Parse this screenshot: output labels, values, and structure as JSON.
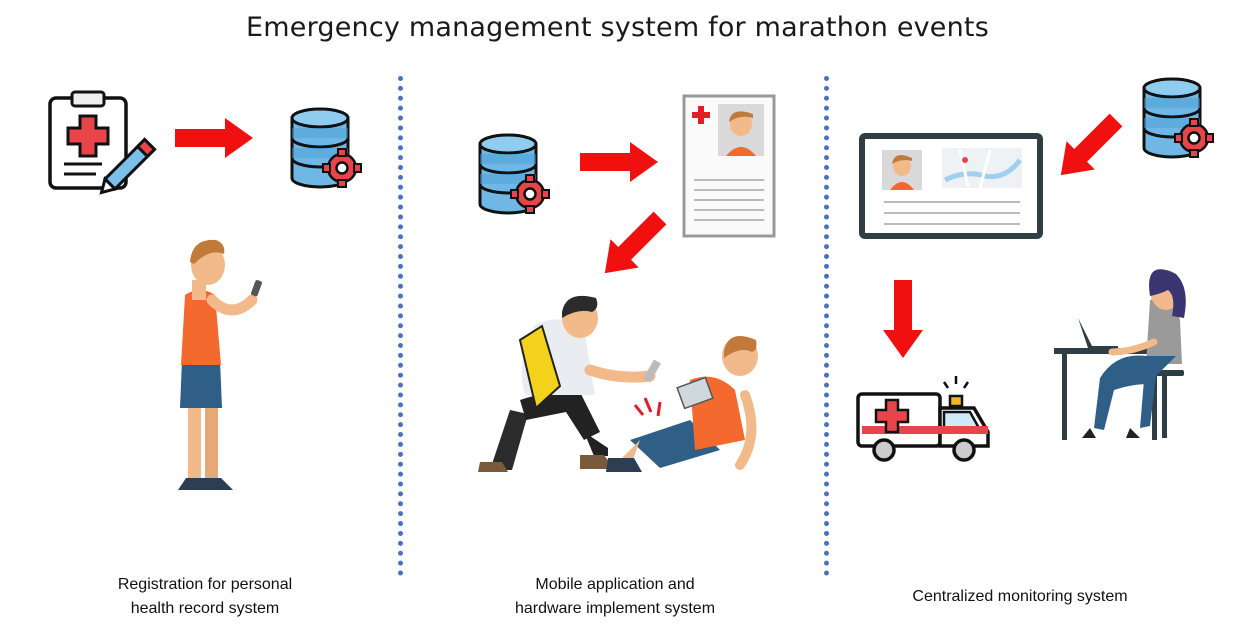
{
  "title": "Emergency management system for marathon events",
  "panels": [
    {
      "caption_line1": "Registration for personal",
      "caption_line2": "health record system"
    },
    {
      "caption_line1": "Mobile application and",
      "caption_line2": "hardware implement system"
    },
    {
      "caption_line1": "Centralized monitoring system"
    }
  ],
  "icons": {
    "clipboard": "medical-clipboard-icon",
    "database": "database-gear-icon",
    "profile_card": "runner-profile-card-icon",
    "monitor": "monitor-map-icon",
    "ambulance": "ambulance-icon",
    "arrow": "red-arrow-icon"
  },
  "colors": {
    "arrow": "#f01010",
    "divider": "#4a72c4",
    "database": "#5aaede",
    "gear": "#e8454a",
    "runner_shirt": "#f46a2e",
    "runner_shorts": "#3b6c8e",
    "helper_vest": "#f2d21a"
  }
}
